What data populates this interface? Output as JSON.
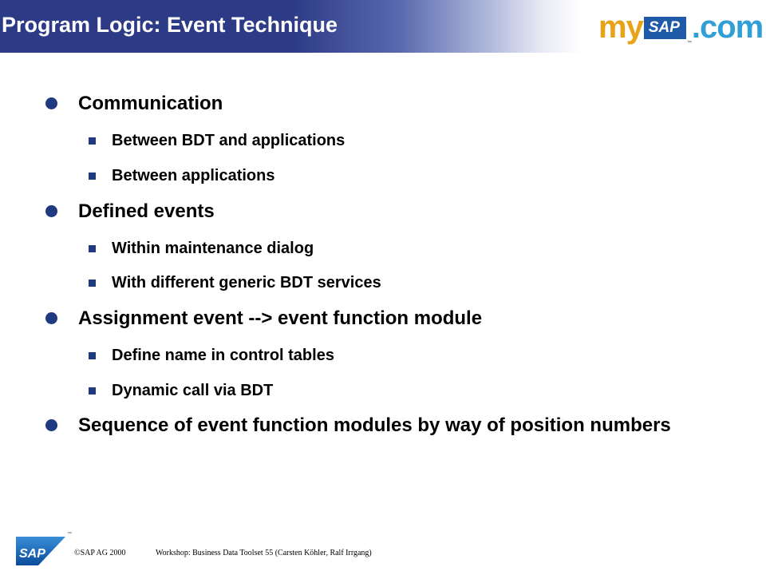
{
  "slide": {
    "title": "Program Logic: Event Technique"
  },
  "branding": {
    "logo_my": "my",
    "logo_sap": "SAP",
    "logo_tm": "™",
    "logo_com": ".com",
    "footer_logo_text": "SAP",
    "footer_tm": "™",
    "copyright": "SAP AG 2000",
    "copyright_symbol": "©",
    "footer_text": "Workshop: Business Data Toolset 55 (Carsten Köhler, Ralf Irrgang)"
  },
  "bullets": [
    {
      "text": "Communication",
      "children": [
        "Between BDT and applications",
        "Between applications"
      ]
    },
    {
      "text": "Defined events",
      "children": [
        "Within maintenance dialog",
        "With different generic BDT services"
      ]
    },
    {
      "text": "Assignment event --> event function module",
      "children": [
        "Define name in control tables",
        "Dynamic call via BDT"
      ]
    },
    {
      "text": "Sequence of event function modules by way of position numbers",
      "children": []
    }
  ],
  "colors": {
    "header_blue": "#2d3b86",
    "bullet_blue": "#1f3a80",
    "logo_orange": "#e8a317",
    "logo_sap_blue": "#1e5aa8",
    "logo_com_blue": "#2f9fd6"
  }
}
